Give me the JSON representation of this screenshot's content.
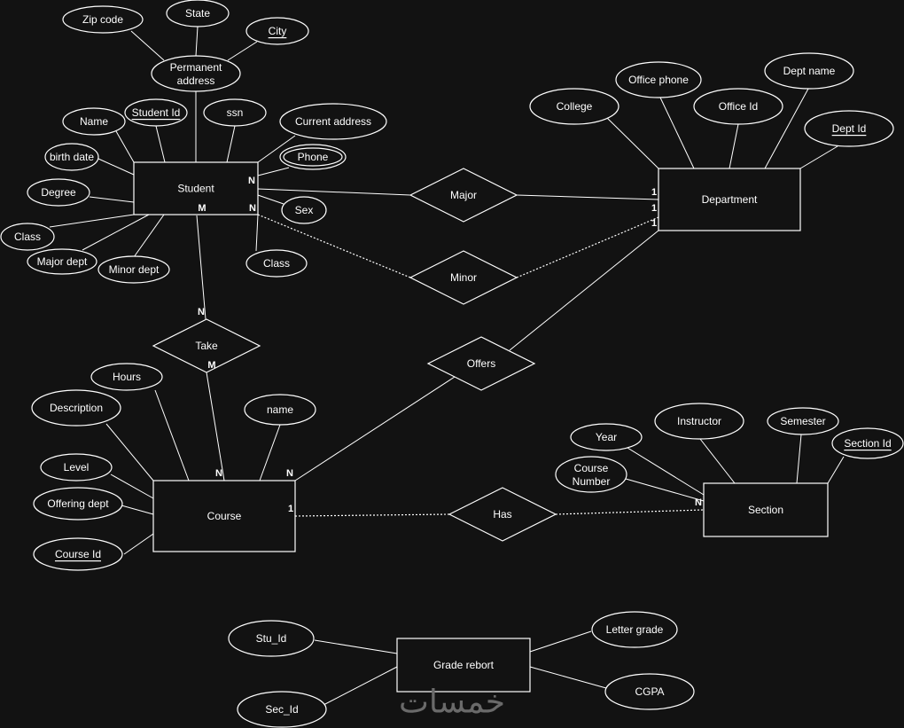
{
  "entities": {
    "student": "Student",
    "department": "Department",
    "course": "Course",
    "section": "Section",
    "grade_report": "Grade rebort"
  },
  "relationships": {
    "major": "Major",
    "minor": "Minor",
    "take": "Take",
    "offers": "Offers",
    "has": "Has"
  },
  "attributes": {
    "zip_code": "Zip code",
    "state": "State",
    "city": "City",
    "permanent_address": "Permanent address",
    "name": "Name",
    "student_id": "Student Id",
    "ssn": "ssn",
    "current_address": "Current address",
    "birth_date": "birth date",
    "phone": "Phone",
    "degree": "Degree",
    "sex": "Sex",
    "class_left": "Class",
    "major_dept": "Major dept",
    "minor_dept": "Minor dept",
    "class_right": "Class",
    "college": "College",
    "office_phone": "Office phone",
    "office_id": "Office Id",
    "dept_name": "Dept name",
    "dept_id": "Dept Id",
    "hours": "Hours",
    "description": "Description",
    "course_name": "name",
    "level": "Level",
    "offering_dept": "Offering dept",
    "course_id": "Course Id",
    "year": "Year",
    "course_number": "Course Number",
    "instructor": "Instructor",
    "semester": "Semester",
    "section_id": "Section Id",
    "stu_id": "Stu_Id",
    "sec_id": "Sec_Id",
    "letter_grade": "Letter grade",
    "cgpa": "CGPA"
  },
  "cardinalities": {
    "student_major": "N",
    "student_minor": "N",
    "student_take": "M",
    "dept_major": "1",
    "dept_minor": "1",
    "dept_offers": "1",
    "take_student": "N",
    "take_course": "M",
    "course_take": "N",
    "course_offers": "N",
    "course_has": "1",
    "section_has": "N"
  },
  "watermark": "خمسات"
}
